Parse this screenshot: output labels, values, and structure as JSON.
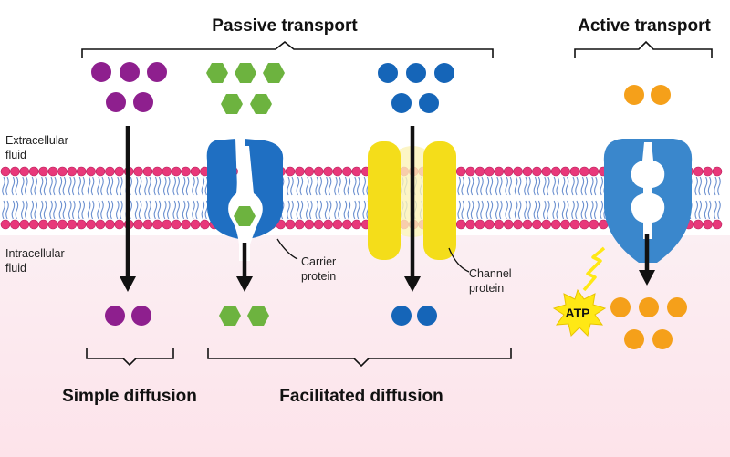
{
  "labels": {
    "passive_transport": "Passive transport",
    "active_transport": "Active transport",
    "extracellular_line1": "Extracellular",
    "extracellular_line2": "fluid",
    "intracellular_line1": "Intracellular",
    "intracellular_line2": "fluid",
    "carrier_line1": "Carrier",
    "carrier_line2": "protein",
    "channel_line1": "Channel",
    "channel_line2": "protein",
    "atp": "ATP",
    "simple_diffusion": "Simple diffusion",
    "facilitated_diffusion": "Facilitated diffusion"
  },
  "colors": {
    "simple_molecule": "#8e1f8e",
    "carrier_molecule": "#6db33f",
    "channel_molecule": "#1565b8",
    "active_molecule": "#f5a01a",
    "carrier_protein": "#1f6fc2",
    "channel_protein": "#f4dd1a",
    "active_protein": "#3a87cc",
    "atp_burst": "#ffe815",
    "lipid_head": "#e8387a",
    "intracellular_bg": "#fde8ee"
  },
  "molecule_counts": {
    "simple_outside": 5,
    "simple_inside": 2,
    "carrier_outside": 5,
    "carrier_inside": 2,
    "channel_outside": 5,
    "channel_inside": 2,
    "active_outside": 2,
    "active_inside": 5
  }
}
